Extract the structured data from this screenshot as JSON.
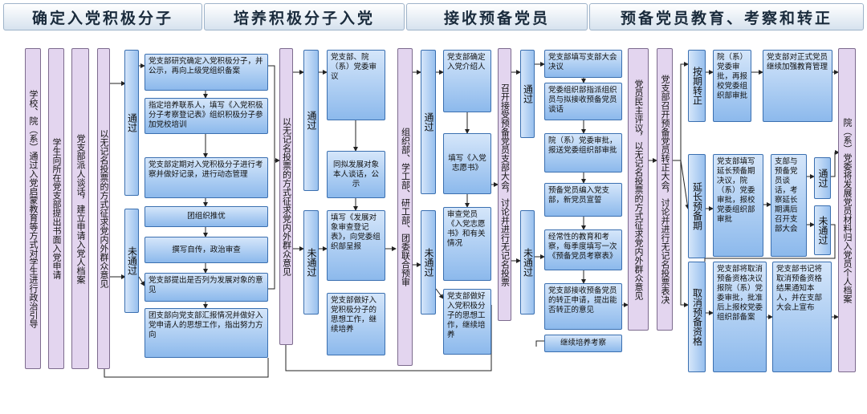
{
  "headers": {
    "h1": "确定入党积极分子",
    "h2": "培养积极分子入党",
    "h3": "接收预备党员",
    "h4": "预备党员教育、考察和转正"
  },
  "columns": {
    "c1": "学校、院（系）通过入党启蒙教育等方式对学生进行政治引导",
    "c2": "学生向所在党支部提出书面入党申请",
    "c3": "党支部派人谈话，建立申请入党人档案",
    "c4": "以无记名投票的方式征求党内外群众意见",
    "c5": "以无记名投票的方式征求党内外群众意见",
    "c6": "组织部、学工部、研工部、团委联合预审",
    "c7": "召开接受预备党员支部大会，讨论并进行无记名投票",
    "c8": "党员民主评议，以无记名投票的方式征求党内外群众意见",
    "c9": "党支部召开预备党员转正大会，讨论并进行无记名投票表决",
    "c10": "院（系）党委将发展党员材料归入党员个人档案"
  },
  "labels": {
    "pass": "通过",
    "fail": "未通过",
    "on_time": "按期转正",
    "extend": "延长预备期",
    "cancel": "取消预备资格"
  },
  "boxes": {
    "s1_b1": "党支部研究确定入党积极分子，并公示，再向上级党组织备案",
    "s1_b2": "指定培养联系人，填写《入党积极分子考察登记表》组织积极分子参加党校培训",
    "s1_b3": "党支部定期对入党积极分子进行考察并做好记录，进行动态管理",
    "s1_b4": "团组织推优",
    "s1_b5": "撰写自传，政治审查",
    "s1_b6": "党支部提出是否列为发展对象的意见",
    "s1_b7": "团支部向党支部汇报情况并做好入党申请人的思想工作，指出努力方向",
    "s2_b1": "党支部、院（系）党委审议",
    "s2_b2": "同拟发展对象本人谈话，公示",
    "s2_b3": "填写《发展对象审查登记表》，向党委组织部呈报",
    "s2_b4": "党支部做好入党积极分子的思想工作，继续培养",
    "s3_b1": "党支部确定入党介绍人",
    "s3_b2": "填写《入党志愿书》",
    "s3_b3": "审查党员《入党志愿书》和有关情况",
    "s3_b4": "党支部做好入党积极分子的思想工作，继续培养",
    "s4_b1": "党支部填写支部大会决议",
    "s4_b2": "党委组织部指派组织员与拟接收预备党员谈话",
    "s4_b3": "院（系）党委审批，报送党委组织部审批",
    "s4_b4": "预备党员编入党支部，新党员宣誓",
    "s4_b5": "经常性的教育和考察，每季度填写一次《预备党员考察表》",
    "s4_b6": "党支部接收预备党员的转正申请，提出能否转正的意见",
    "s4_b7": "继续培养考察",
    "s5_b1": "院（系）党委审批，再报校党委组织部审批",
    "s5_b2": "党支部对正式党员继续加强教育管理",
    "s5_b3": "党支部填写延长预备期决议，院（系）党委审批，报校党委组织部审批",
    "s5_b4": "支部与预备党员谈话，考察延长期满后召开支部大会",
    "s5_b5": "党支部将取消预备资格决议报院（系）党委审批，批准后上报校党委组织部备案",
    "s5_b6": "党支部书记将取消预备资格结果通知本人，并在支部大会上宣布"
  }
}
